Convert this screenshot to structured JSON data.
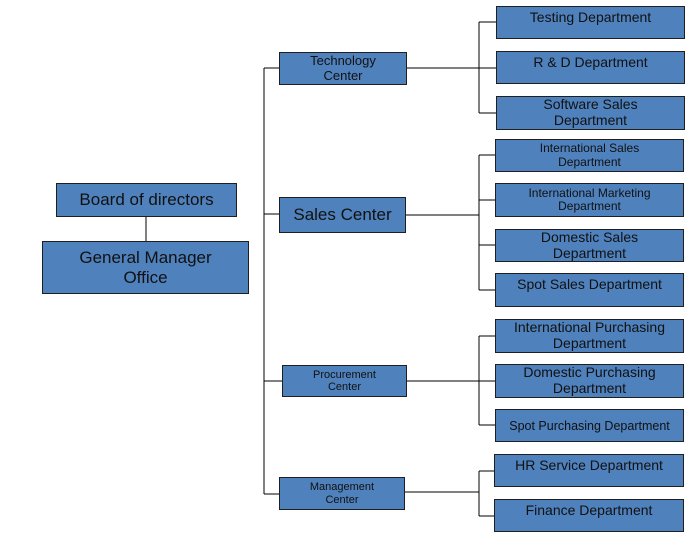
{
  "root": {
    "board": "Board of directors",
    "gm": "General Manager\nOffice"
  },
  "centers": [
    {
      "label": "Technology\nCenter",
      "departments": [
        "Testing Department",
        "R & D Department",
        "Software Sales\nDepartment"
      ]
    },
    {
      "label": "Sales Center",
      "departments": [
        "International Sales\nDepartment",
        "International Marketing\nDepartment",
        "Domestic Sales\nDepartment",
        "Spot Sales Department"
      ]
    },
    {
      "label": "Procurement\nCenter",
      "departments": [
        "International Purchasing\nDepartment",
        "Domestic Purchasing\nDepartment",
        "Spot Purchasing Department"
      ]
    },
    {
      "label": "Management\nCenter",
      "departments": [
        "HR Service Department",
        "Finance Department"
      ]
    }
  ],
  "colors": {
    "box_fill": "#4f81bd",
    "line": "#000000"
  }
}
